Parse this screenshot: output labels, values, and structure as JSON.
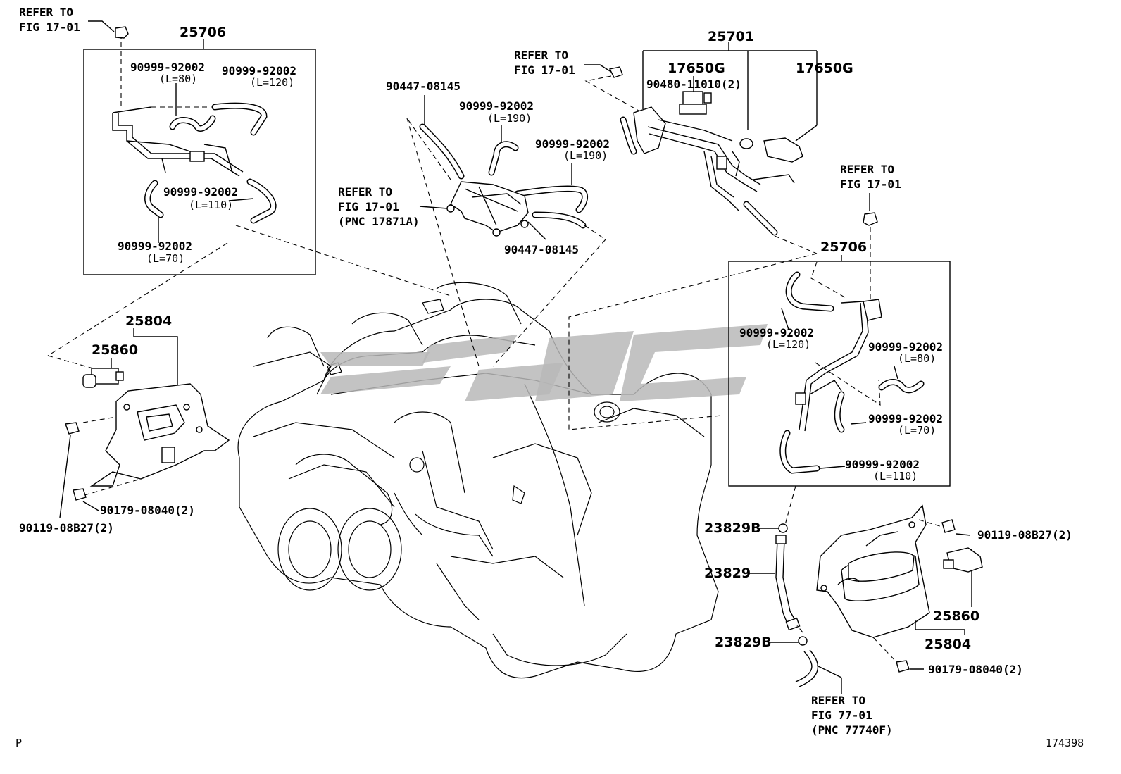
{
  "callouts": {
    "c25706_top": "25706",
    "c25701": "25701",
    "c17650g_a": "17650G",
    "c17650g_b": "17650G",
    "c25706_right": "25706",
    "c25804_left": "25804",
    "c25860_left": "25860",
    "c25860_right": "25860",
    "c25804_right": "25804"
  },
  "labels": {
    "refer_top_left_1": "REFER TO",
    "refer_top_left_2": "FIG 17-01",
    "refer_mid_1": "REFER TO",
    "refer_mid_2": "FIG 17-01",
    "refer_right_1": "REFER TO",
    "refer_right_2": "FIG 17-01",
    "refer_pnc_1": "REFER TO",
    "refer_pnc_2": "FIG 17-01",
    "refer_pnc_3": "(PNC 17871A)",
    "refer_bottom_1": "REFER TO",
    "refer_bottom_2": "FIG 77-01",
    "refer_bottom_3": "(PNC 77740F)",
    "tl_hose_a": "90999-92002",
    "tl_hose_a_len": "(L=80)",
    "tl_hose_b": "90999-92002",
    "tl_hose_b_len": "(L=120)",
    "tl_hose_c": "90999-92002",
    "tl_hose_c_len": "(L=110)",
    "tl_hose_d": "90999-92002",
    "tl_hose_d_len": "(L=70)",
    "mid_90447_a": "90447-08145",
    "mid_hose_a": "90999-92002",
    "mid_hose_a_len": "(L=190)",
    "mid_hose_b": "90999-92002",
    "mid_hose_b_len": "(L=190)",
    "mid_90447_b": "90447-08145",
    "tr_90480": "90480-11010(2)",
    "r_hose_a": "90999-92002",
    "r_hose_a_len": "(L=120)",
    "r_hose_b": "90999-92002",
    "r_hose_b_len": "(L=80)",
    "r_hose_c": "90999-92002",
    "r_hose_c_len": "(L=70)",
    "r_hose_d": "90999-92002",
    "r_hose_d_len": "(L=110)",
    "l_90119": "90119-08B27(2)",
    "l_90179": "90179-08040(2)",
    "br_90119": "90119-08B27(2)",
    "br_90179": "90179-08040(2)",
    "b_23829b_top": "23829B",
    "b_23829": "23829",
    "b_23829b_bot": "23829B",
    "corner_p": "P",
    "figure_no": "174398"
  }
}
